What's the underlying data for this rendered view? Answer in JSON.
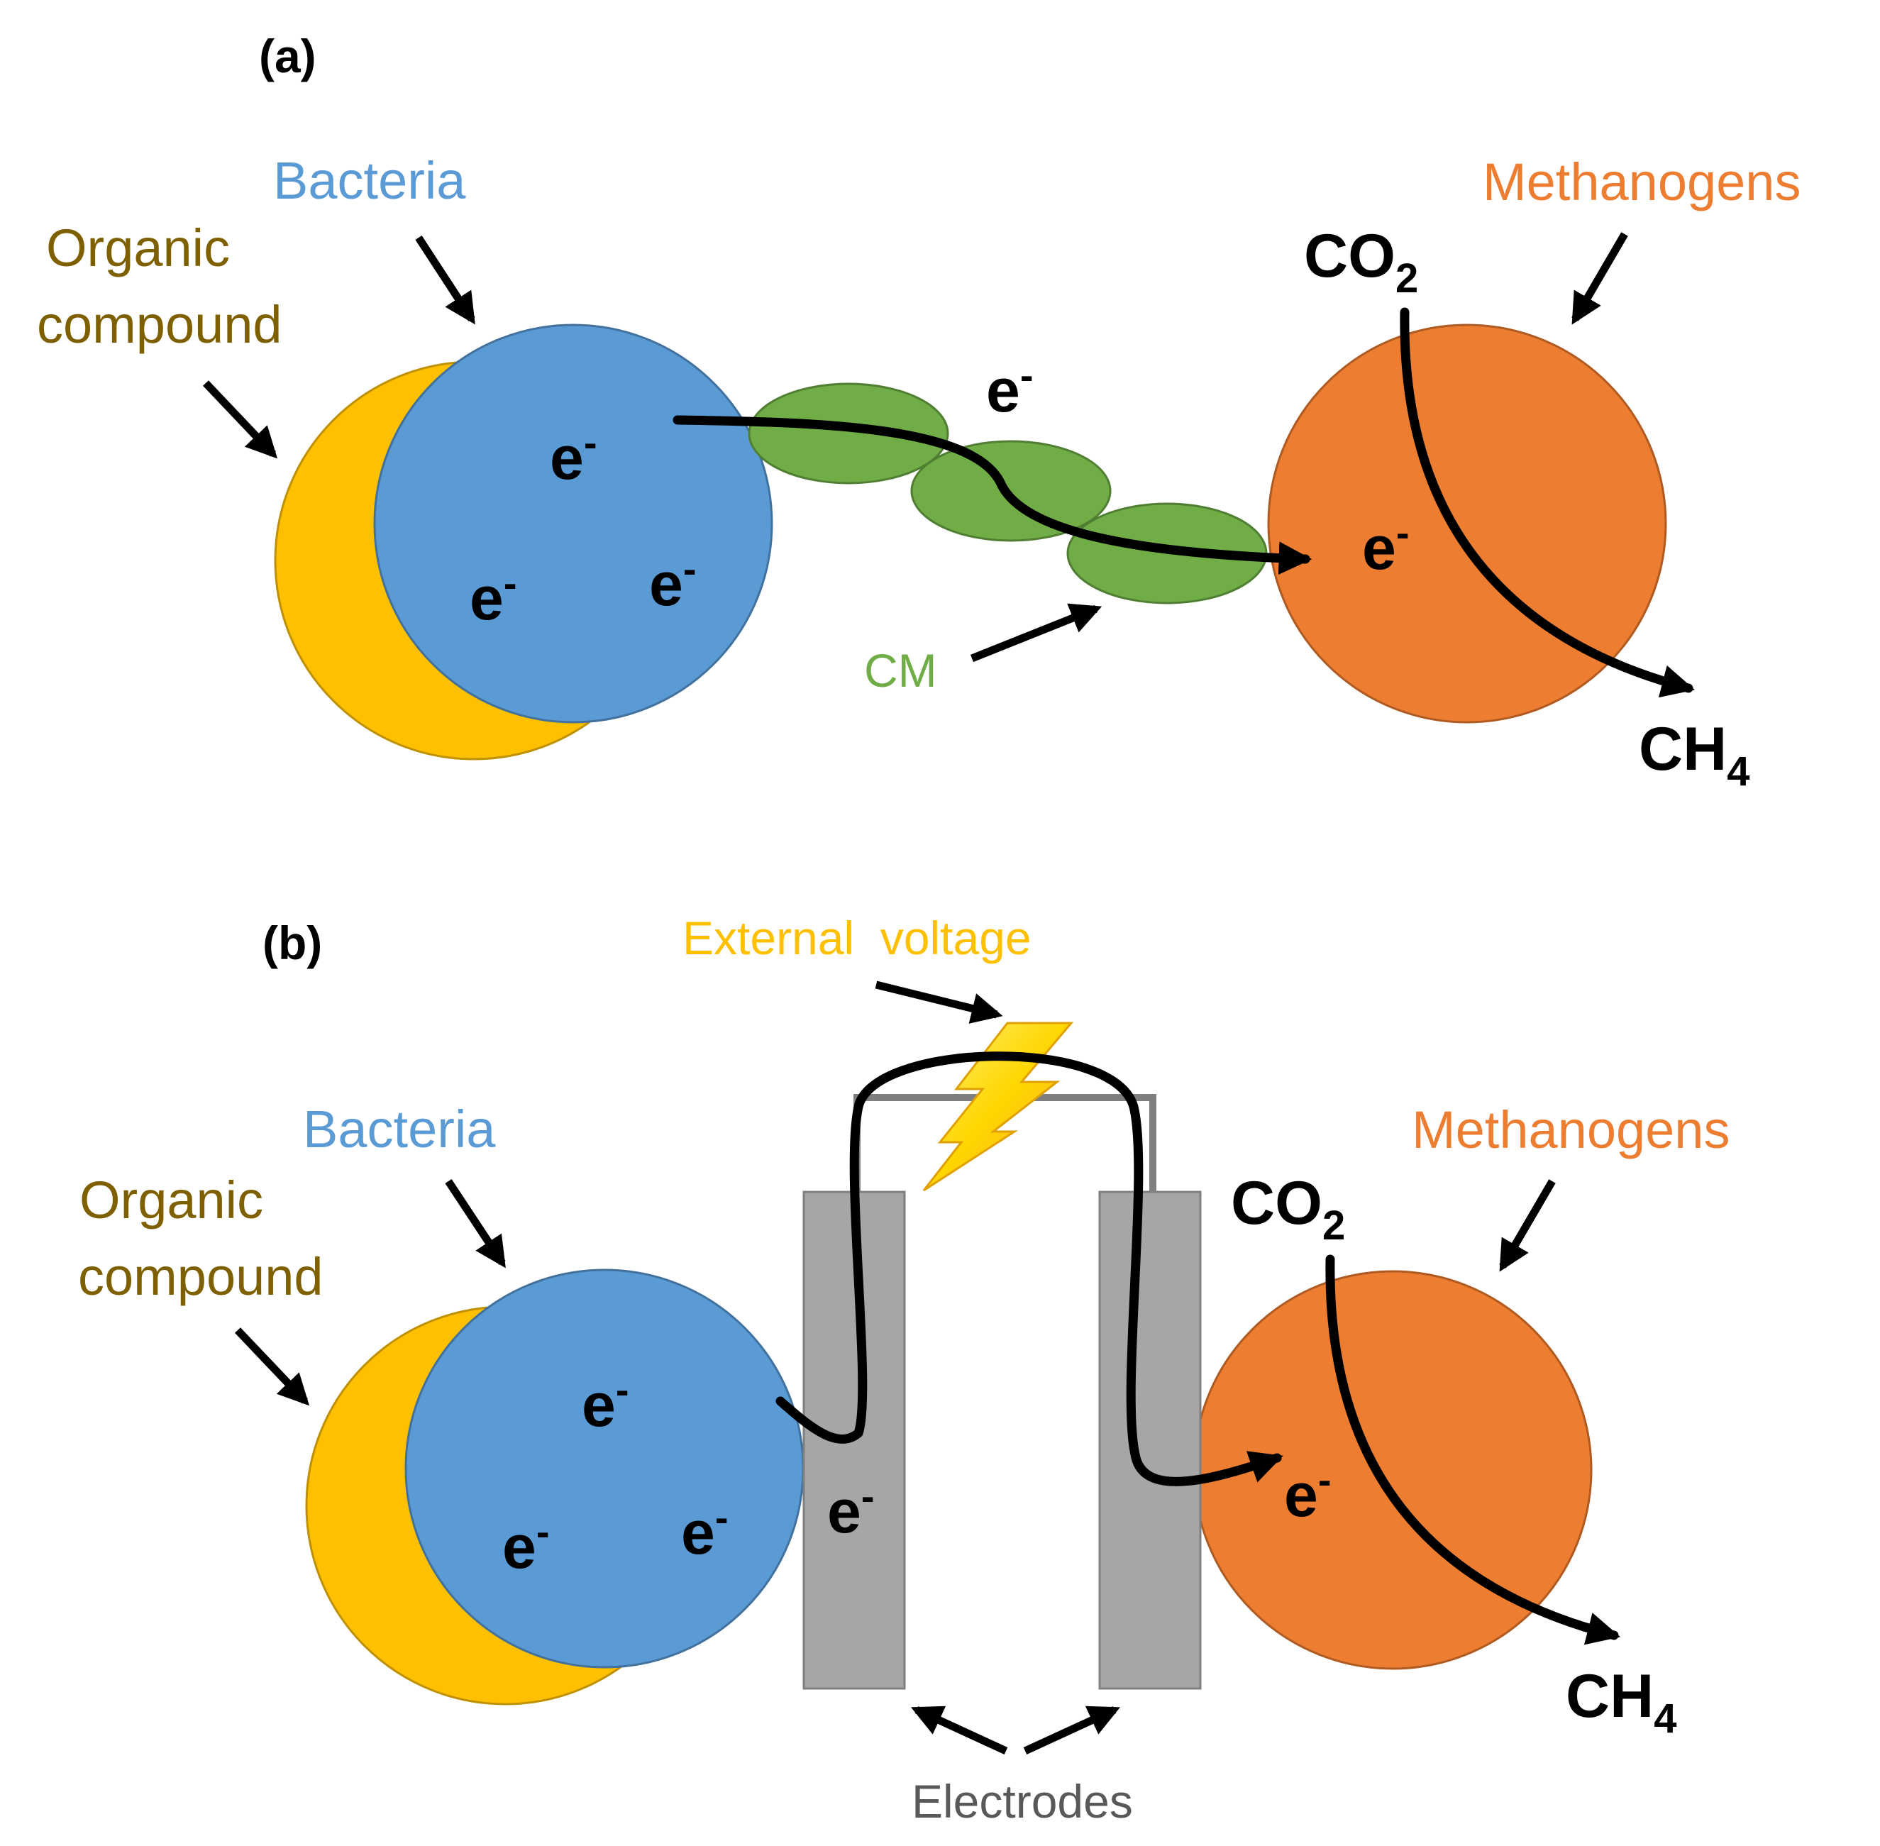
{
  "colors": {
    "bacteria": "#5B9BD5",
    "bacteria_stroke": "#41719C",
    "organic": "#FFC000",
    "organic_stroke": "#BF9000",
    "methanogens": "#ED7D31",
    "methanogens_stroke": "#AE5A21",
    "cm": "#70AD47",
    "cm_stroke": "#507E32",
    "electrode": "#A6A6A6",
    "electrode_stroke": "#7F7F7F",
    "organic_text": "#7F6000",
    "voltage_text": "#FFC000",
    "electrodes_text": "#595959"
  },
  "panel_a": {
    "label": "(a)",
    "bacteria": "Bacteria",
    "organic_line1": "Organic",
    "organic_line2": "compound",
    "methanogens": "Methanogens",
    "electron": "e",
    "electron_sup": "-",
    "co2_main": "CO",
    "co2_sub": "2",
    "ch4_main": "CH",
    "ch4_sub": "4",
    "cm": "CM"
  },
  "panel_b": {
    "label": "(b)",
    "bacteria": "Bacteria",
    "organic_line1": "Organic",
    "organic_line2": "compound",
    "methanogens": "Methanogens",
    "electron": "e",
    "electron_sup": "-",
    "co2_main": "CO",
    "co2_sub": "2",
    "ch4_main": "CH",
    "ch4_sub": "4",
    "voltage": "External  voltage",
    "electrodes": "Electrodes"
  }
}
